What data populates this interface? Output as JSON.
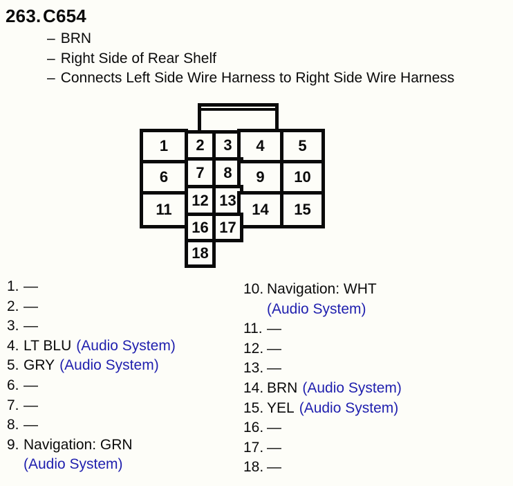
{
  "colors": {
    "ink": "#0a0a0a",
    "link_blue": "#1f1fae",
    "paper": "#fdfdf8"
  },
  "header": {
    "index": "263.",
    "connector_id": "C654",
    "bullet": "–",
    "details": [
      "BRN",
      "Right Side of Rear Shelf",
      "Connects Left Side Wire Harness to Right Side Wire Harness"
    ]
  },
  "connector": {
    "cells": [
      "1",
      "2",
      "3",
      "4",
      "5",
      "6",
      "7",
      "8",
      "9",
      "10",
      "11",
      "12",
      "13",
      "14",
      "15",
      "16",
      "17",
      "18"
    ]
  },
  "pins": {
    "left": [
      {
        "num": "1.",
        "value": "—"
      },
      {
        "num": "2.",
        "value": "—"
      },
      {
        "num": "3.",
        "value": "—"
      },
      {
        "num": "4.",
        "value": "LT BLU",
        "link": "(Audio System)"
      },
      {
        "num": "5.",
        "value": "GRY",
        "link": "(Audio System)"
      },
      {
        "num": "6.",
        "value": "—"
      },
      {
        "num": "7.",
        "value": "—"
      },
      {
        "num": "8.",
        "value": "—"
      },
      {
        "num": "9.",
        "value": "Navigation: GRN",
        "link2": "(Audio System)"
      }
    ],
    "right": [
      {
        "num": "10.",
        "value": "Navigation: WHT",
        "link2": "(Audio System)"
      },
      {
        "num": "11.",
        "value": "—"
      },
      {
        "num": "12.",
        "value": "—"
      },
      {
        "num": "13.",
        "value": "—"
      },
      {
        "num": "14.",
        "value": "BRN",
        "link": "(Audio System)"
      },
      {
        "num": "15.",
        "value": "YEL",
        "link": "(Audio System)"
      },
      {
        "num": "16.",
        "value": "—"
      },
      {
        "num": "17.",
        "value": "—"
      },
      {
        "num": "18.",
        "value": "—"
      }
    ]
  }
}
